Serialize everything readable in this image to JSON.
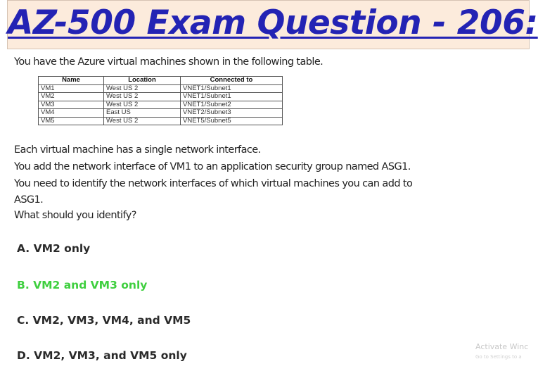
{
  "title": "AZ-500 Exam Question - 206:",
  "question": {
    "intro": "You have the Azure virtual machines shown in the following table.",
    "table": {
      "headers": [
        "Name",
        "Location",
        "Connected to"
      ],
      "rows": [
        [
          "VM1",
          "West US 2",
          "VNET1/Subnet1"
        ],
        [
          "VM2",
          "West US 2",
          "VNET1/Subnet1"
        ],
        [
          "VM3",
          "West US 2",
          "VNET1/Subnet2"
        ],
        [
          "VM4",
          "East US",
          "VNET2/Subnet3"
        ],
        [
          "VM5",
          "West US 2",
          "VNET5/Subnet5"
        ]
      ]
    },
    "lines": [
      "Each virtual machine has a single network interface.",
      "You add the network interface of VM1 to an application security group named ASG1.",
      "You need to identify the network interfaces of which virtual machines you can add to",
      "ASG1.",
      "What should you identify?"
    ]
  },
  "options": [
    {
      "label": "A. VM2 only",
      "highlight": false
    },
    {
      "label": "B. VM2 and VM3 only",
      "highlight": true
    },
    {
      "label": "C. VM2, VM3, VM4, and VM5",
      "highlight": false
    },
    {
      "label": "D. VM2, VM3, and VM5 only",
      "highlight": false
    }
  ],
  "colors": {
    "title": "#2323b4",
    "banner_bg": "#fcebdc",
    "correct_option": "#3fcf3f"
  },
  "watermark": {
    "line1": "Activate Winc",
    "line2": "Go to Settings to a"
  }
}
